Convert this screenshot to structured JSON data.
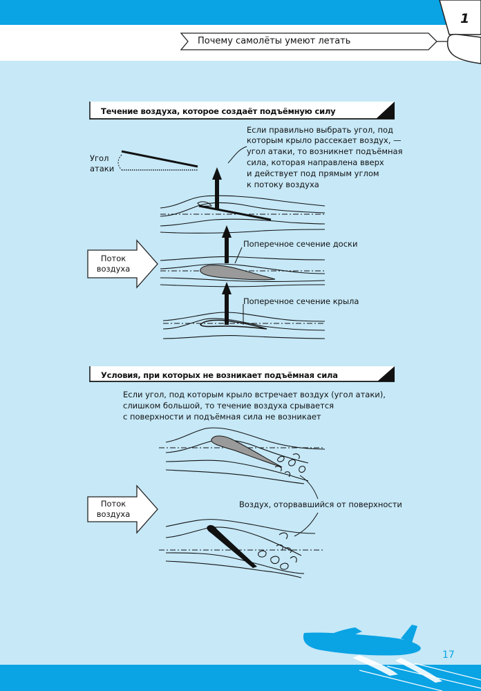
{
  "header": {
    "chapter_number": "1",
    "running_title": "Почему самолёты умеют летать"
  },
  "section1": {
    "title": "Течение воздуха, которое создаёт подъёмную силу",
    "angle_label_line1": "Угол",
    "angle_label_line2": "атаки",
    "explanation_lines": [
      "Если правильно выбрать угол, под",
      "которым крыло рассекает воздух, —",
      "угол атаки, то возникнет подъёмная",
      "сила, которая направлена вверх",
      "и действует под прямым углом",
      "к потоку воздуха"
    ],
    "flow_label_line1": "Поток",
    "flow_label_line2": "воздуха",
    "board_label": "Поперечное сечение доски",
    "wing_label": "Поперечное сечение крыла"
  },
  "section2": {
    "title": "Условия, при которых не возникает подъёмная сила",
    "explanation_lines": [
      "Если угол, под которым крыло встречает воздух (угол атаки),",
      "слишком большой, то течение воздуха срывается",
      "с поверхности и подъёмная сила не возникает"
    ],
    "flow_label_line1": "Поток",
    "flow_label_line2": "воздуха",
    "separated_air_label": "Воздух, оторвавшийся от поверхности"
  },
  "footer": {
    "page_number": "17"
  },
  "colors": {
    "accent_blue": "#0aa3e4",
    "background": "#c6e8f7",
    "wing_fill": "#9a9a9a"
  }
}
